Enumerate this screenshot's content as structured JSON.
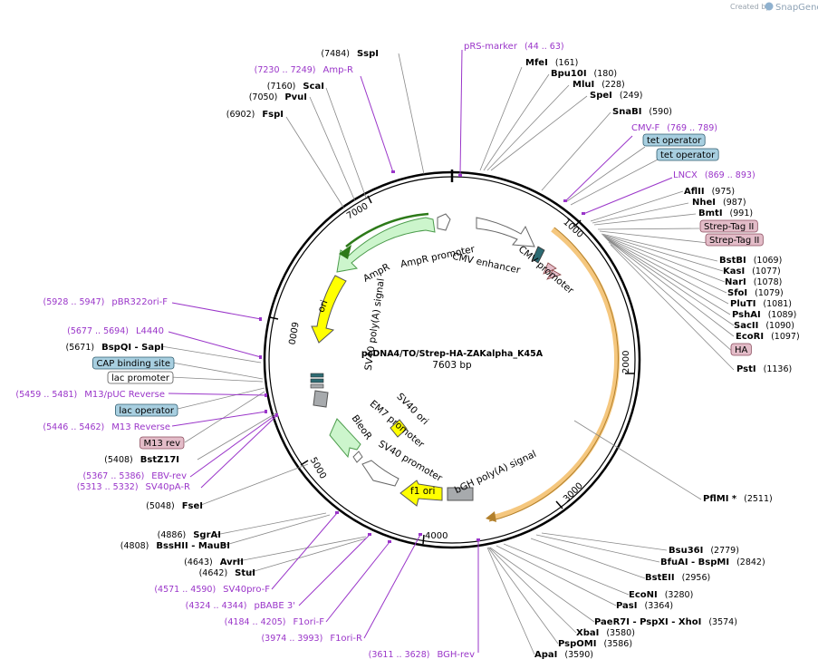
{
  "brand": {
    "created_by": "Created by",
    "name": "SnapGene"
  },
  "plasmid": {
    "name": "pcDNA4/TO/Strep-HA-ZAKalpha_K45A",
    "size": "7603 bp"
  },
  "ticks": [
    "1000",
    "2000",
    "3000",
    "4000",
    "5000",
    "6000",
    "7000"
  ],
  "sites": [
    {
      "name": "SspI",
      "pos": "(7484)"
    },
    {
      "name": "pRS-marker",
      "pos": "(44 .. 63)"
    },
    {
      "name": "MfeI",
      "pos": "(161)"
    },
    {
      "name": "Bpu10I",
      "pos": "(180)"
    },
    {
      "name": "MluI",
      "pos": "(228)"
    },
    {
      "name": "SpeI",
      "pos": "(249)"
    },
    {
      "name": "SnaBI",
      "pos": "(590)"
    },
    {
      "name": "CMV-F",
      "pos": "(769 .. 789)"
    },
    {
      "name": "tet operator",
      "pos": ""
    },
    {
      "name": "tet operator",
      "pos": ""
    },
    {
      "name": "LNCX",
      "pos": "(869 .. 893)"
    },
    {
      "name": "AflII",
      "pos": "(975)"
    },
    {
      "name": "NheI",
      "pos": "(987)"
    },
    {
      "name": "BmtI",
      "pos": "(991)"
    },
    {
      "name": "Strep-Tag II",
      "pos": ""
    },
    {
      "name": "Strep-Tag II",
      "pos": ""
    },
    {
      "name": "BstBI",
      "pos": "(1069)"
    },
    {
      "name": "KasI",
      "pos": "(1077)"
    },
    {
      "name": "NarI",
      "pos": "(1078)"
    },
    {
      "name": "SfoI",
      "pos": "(1079)"
    },
    {
      "name": "PluTI",
      "pos": "(1081)"
    },
    {
      "name": "PshAI",
      "pos": "(1089)"
    },
    {
      "name": "SacII",
      "pos": "(1090)"
    },
    {
      "name": "EcoRI",
      "pos": "(1097)"
    },
    {
      "name": "HA",
      "pos": ""
    },
    {
      "name": "PstI",
      "pos": "(1136)"
    },
    {
      "name": "PflMI *",
      "pos": "(2511)"
    },
    {
      "name": "Bsu36I",
      "pos": "(2779)"
    },
    {
      "name": "BfuAI - BspMI",
      "pos": "(2842)"
    },
    {
      "name": "BstEII",
      "pos": "(2956)"
    },
    {
      "name": "EcoNI",
      "pos": "(3280)"
    },
    {
      "name": "PasI",
      "pos": "(3364)"
    },
    {
      "name": "PaeR7I - PspXI - XhoI",
      "pos": "(3574)"
    },
    {
      "name": "XbaI",
      "pos": "(3580)"
    },
    {
      "name": "PspOMI",
      "pos": "(3586)"
    },
    {
      "name": "ApaI",
      "pos": "(3590)"
    },
    {
      "name": "BGH-rev",
      "pos": "(3611 .. 3628)"
    },
    {
      "name": "F1ori-R",
      "pos": "(3974 .. 3993)"
    },
    {
      "name": "F1ori-F",
      "pos": "(4184 .. 4205)"
    },
    {
      "name": "pBABE 3'",
      "pos": "(4324 .. 4344)"
    },
    {
      "name": "SV40pro-F",
      "pos": "(4571 .. 4590)"
    },
    {
      "name": "StuI",
      "pos": "(4642)"
    },
    {
      "name": "AvrII",
      "pos": "(4643)"
    },
    {
      "name": "BssHII - MauBI",
      "pos": "(4808)"
    },
    {
      "name": "SgrAI",
      "pos": "(4886)"
    },
    {
      "name": "FseI",
      "pos": "(5048)"
    },
    {
      "name": "SV40pA-R",
      "pos": "(5313 .. 5332)"
    },
    {
      "name": "EBV-rev",
      "pos": "(5367 .. 5386)"
    },
    {
      "name": "BstZ17I",
      "pos": "(5408)"
    },
    {
      "name": "M13 rev",
      "pos": ""
    },
    {
      "name": "M13 Reverse",
      "pos": "(5446 .. 5462)"
    },
    {
      "name": "lac operator",
      "pos": ""
    },
    {
      "name": "M13/pUC Reverse",
      "pos": "(5459 .. 5481)"
    },
    {
      "name": "lac promoter",
      "pos": ""
    },
    {
      "name": "CAP binding site",
      "pos": ""
    },
    {
      "name": "BspQI - SapI",
      "pos": "(5671)"
    },
    {
      "name": "L4440",
      "pos": "(5677 .. 5694)"
    },
    {
      "name": "pBR322ori-F",
      "pos": "(5928 .. 5947)"
    },
    {
      "name": "FspI",
      "pos": "(6902)"
    },
    {
      "name": "PvuI",
      "pos": "(7050)"
    },
    {
      "name": "ScaI",
      "pos": "(7160)"
    },
    {
      "name": "Amp-R",
      "pos": "(7230 .. 7249)"
    }
  ],
  "features": {
    "ampr_promoter": "AmpR promoter",
    "cmv_enhancer": "CMV enhancer",
    "cmv_promoter": "CMV promoter",
    "ampr": "AmpR",
    "ori": "ori",
    "sv40_polya": "SV40 poly(A) signal",
    "sv40_ori": "SV40 ori",
    "em7_promoter": "EM7 promoter",
    "bleor": "BleoR",
    "sv40_promoter": "SV40 promoter",
    "f1_ori": "f1 ori",
    "bgh_polya": "bGH poly(A) signal"
  },
  "colors": {
    "backbone": "#000000",
    "primer": "#9a35c9",
    "cds_green": "#ccf5cc",
    "ori_yellow": "#ffff00",
    "promoter_white": "#ffffff",
    "polya_gray": "#a7aaad",
    "insert_orange": "#f5c77e",
    "tet_blue": "#a8cfe0",
    "strep_pink": "#e3bcc8"
  }
}
